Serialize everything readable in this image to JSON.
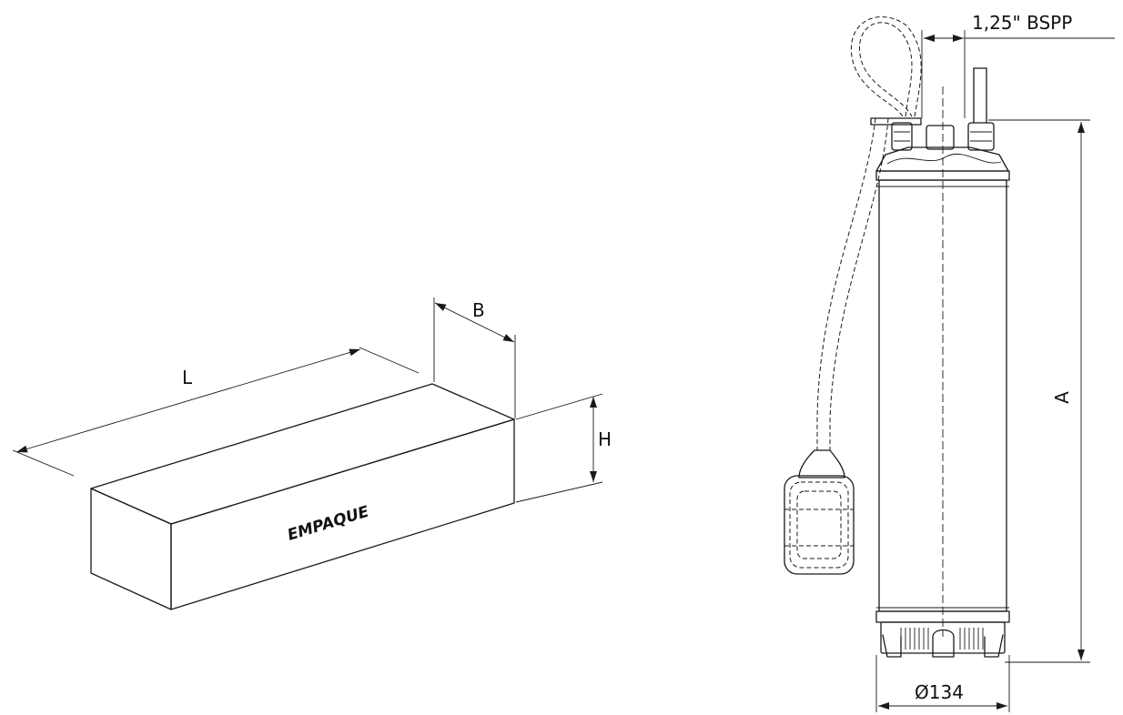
{
  "box_figure": {
    "package_label": "EMPAQUE",
    "length_label": "L",
    "width_label": "B",
    "height_label": "H"
  },
  "pump_figure": {
    "outlet_thread_label": "1,25\" BSPP",
    "height_label": "A",
    "diameter_label": "Ø134"
  }
}
